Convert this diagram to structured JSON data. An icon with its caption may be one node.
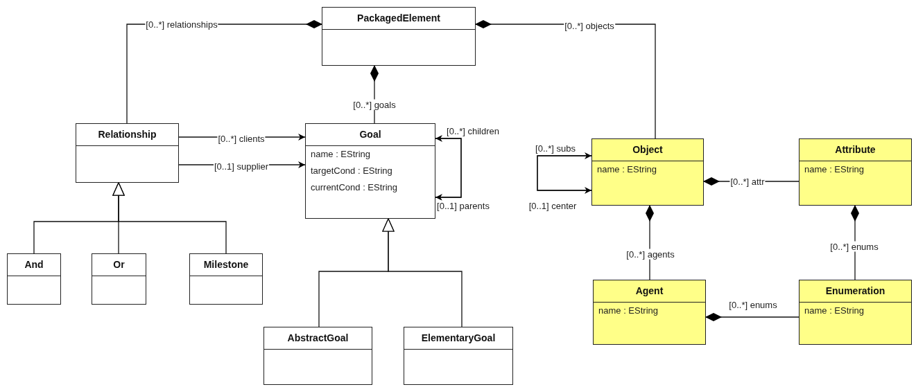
{
  "diagram": {
    "nodes": [
      {
        "text": [
          "PackagedElement"
        ]
      },
      {
        "text": [
          "Relationship"
        ]
      },
      {
        "text": [
          "Goal",
          "name : EString",
          "targetCond : EString",
          "currentCond : EString"
        ]
      },
      {
        "text": [
          "And"
        ]
      },
      {
        "text": [
          "Or"
        ]
      },
      {
        "text": [
          "Milestone"
        ]
      },
      {
        "text": [
          "AbstractGoal"
        ]
      },
      {
        "text": [
          "ElementaryGoal"
        ]
      },
      {
        "text": [
          "Object",
          "name : EString"
        ]
      },
      {
        "text": [
          "Attribute",
          "name : EString"
        ]
      },
      {
        "text": [
          "Agent",
          "name : EString"
        ]
      },
      {
        "text": [
          "Enumeration",
          "name : EString"
        ]
      }
    ],
    "edges": [
      {
        "from": 1,
        "to": 0,
        "arrow": "other",
        "label": "[0..*] relationships"
      },
      {
        "from": 2,
        "to": 0,
        "arrow": "other",
        "label": "[0..*] goals"
      },
      {
        "from": 8,
        "to": 0,
        "arrow": "other",
        "label": "[0..*] objects"
      },
      {
        "from": 1,
        "to": 2,
        "arrow": "to",
        "label": "[0..*] clients"
      },
      {
        "from": 1,
        "to": 2,
        "arrow": "to",
        "label": "[0..1] supplier"
      },
      {
        "from": 2,
        "to": 2,
        "arrow": "to",
        "label": "[0..*] children"
      },
      {
        "from": 2,
        "to": 2,
        "arrow": "to",
        "label": "[0..1] parents"
      },
      {
        "from": 3,
        "to": 1,
        "arrow": "to"
      },
      {
        "from": 4,
        "to": 1,
        "arrow": "to"
      },
      {
        "from": 5,
        "to": 1,
        "arrow": "to"
      },
      {
        "from": 6,
        "to": 2,
        "arrow": "to"
      },
      {
        "from": 7,
        "to": 2,
        "arrow": "to"
      },
      {
        "from": 8,
        "to": 8,
        "arrow": "to",
        "label": "[0..*] subs"
      },
      {
        "from": 8,
        "to": 8,
        "arrow": "to",
        "label": "[0..1] center"
      },
      {
        "from": 9,
        "to": 8,
        "arrow": "other",
        "label": "[0..*] attr"
      },
      {
        "from": 10,
        "to": 8,
        "arrow": "other",
        "label": "[0..*] agents"
      },
      {
        "from": 11,
        "to": 9,
        "arrow": "other",
        "label": "[0..*] enums"
      },
      {
        "from": 11,
        "to": 10,
        "arrow": "other",
        "label": "[0..*] enums"
      }
    ]
  }
}
